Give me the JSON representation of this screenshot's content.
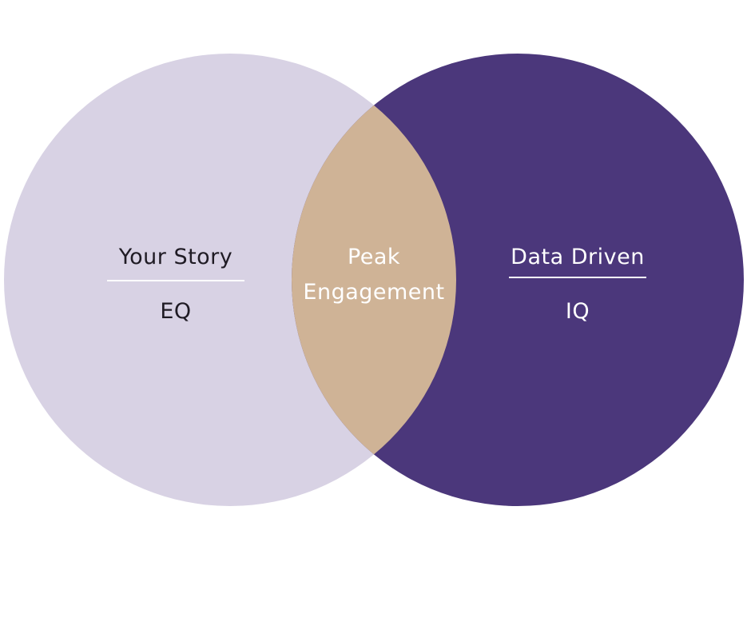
{
  "colors": {
    "background": "#ffffff",
    "left_circle": "#d8d2e4",
    "right_circle": "#4b377b",
    "overlap": "#cfb396",
    "left_text": "#1f1b24",
    "right_text": "#ffffff",
    "overlap_text": "#ffffff"
  },
  "left": {
    "title": "Your Story",
    "subtitle": "EQ"
  },
  "right": {
    "title": "Data Driven",
    "subtitle": "IQ"
  },
  "overlap": {
    "line1": "Peak",
    "line2": "Engagement"
  }
}
